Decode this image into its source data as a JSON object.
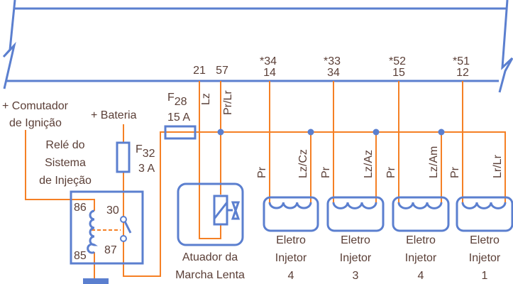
{
  "ecu_pins": [
    {
      "top": "",
      "pin": "21"
    },
    {
      "top": "",
      "pin": "57"
    },
    {
      "top": "*34",
      "pin": "14"
    },
    {
      "top": "*33",
      "pin": "34"
    },
    {
      "top": "*52",
      "pin": "15"
    },
    {
      "top": "*51",
      "pin": "12"
    }
  ],
  "wires": {
    "lz": "Lz",
    "pr_lr": "Pr/Lr"
  },
  "fuse_f28": {
    "name": "F",
    "sub": "28",
    "rating": "15 A"
  },
  "fuse_f32": {
    "name": "F",
    "sub": "32",
    "rating": "3 A"
  },
  "labels": {
    "ignition_line1": "+ Comutador",
    "ignition_line2": "de Ignição",
    "battery": "+ Bateria",
    "relay_line1": "Relé do",
    "relay_line2": "Sistema",
    "relay_line3": "de Injeção",
    "actuator_line1": "Atuador da",
    "actuator_line2": "Marcha Lenta"
  },
  "relay_pins": {
    "p86": "86",
    "p85": "85",
    "p30": "30",
    "p87": "87"
  },
  "injectors": [
    {
      "left_wire": "Pr",
      "right_wire": "Lz/Cz",
      "line1": "Eletro",
      "line2": "Injetor",
      "number": "4"
    },
    {
      "left_wire": "Pr",
      "right_wire": "Lz/Az",
      "line1": "Eletro",
      "line2": "Injetor",
      "number": "3"
    },
    {
      "left_wire": "Pr",
      "right_wire": "Lz/Am",
      "line1": "Eletro",
      "line2": "Injetor",
      "number": "4"
    },
    {
      "left_wire": "Pr",
      "right_wire": "Lr/Lr",
      "line1": "Eletro",
      "line2": "Injetor",
      "number": "1"
    }
  ],
  "colors": {
    "outline": "#5b7fcf",
    "wire": "#f58025",
    "text": "#5a3e36"
  }
}
